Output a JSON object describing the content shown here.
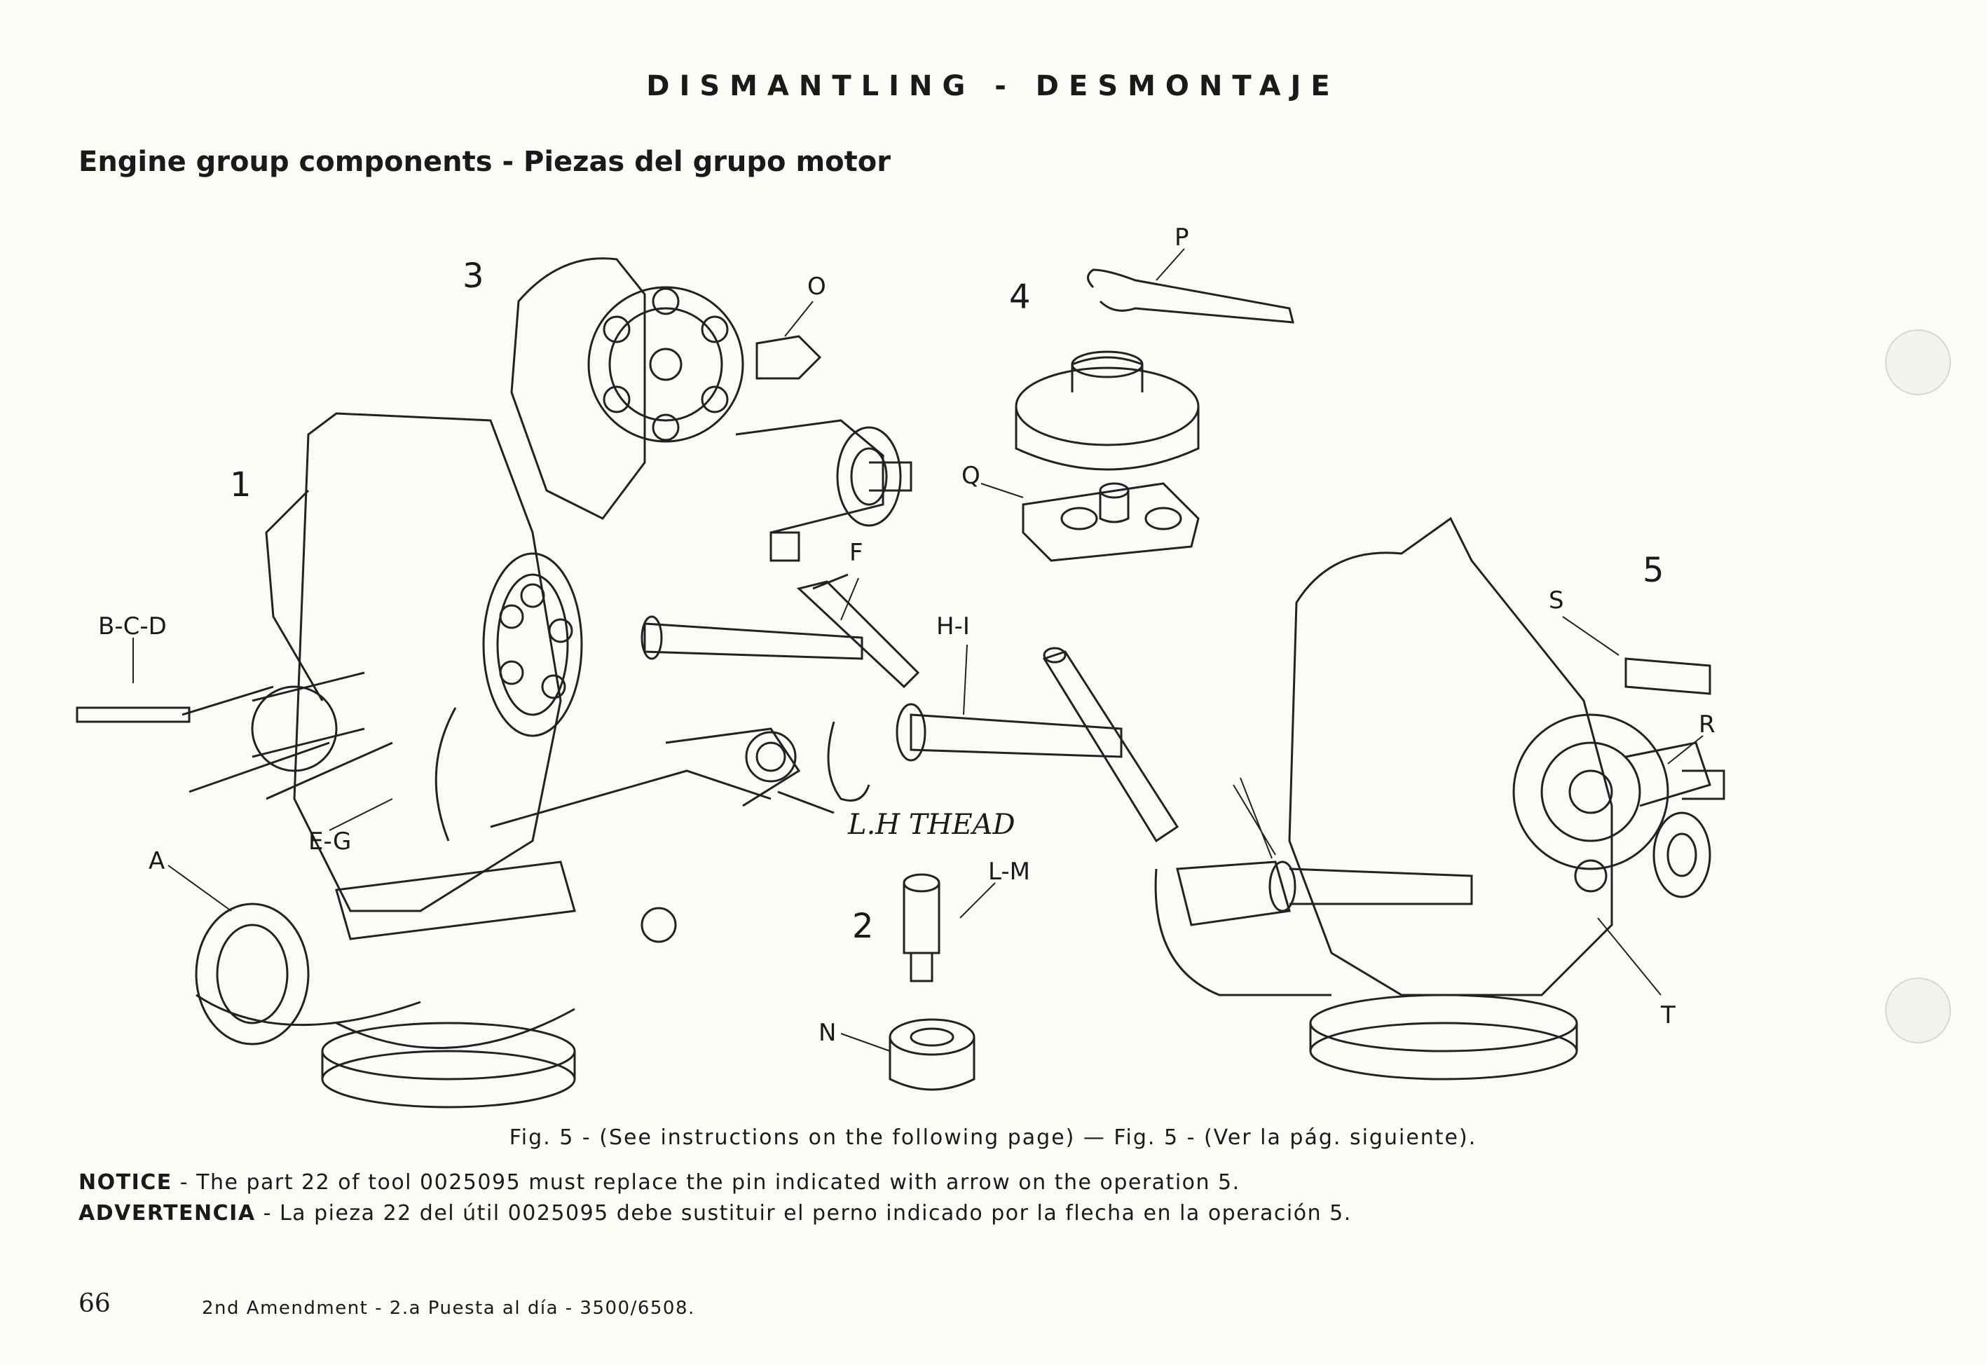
{
  "header": {
    "title": "DISMANTLING - DESMONTAJE",
    "section": "Engine group components - Piezas del grupo motor"
  },
  "figure": {
    "numbers": [
      "1",
      "2",
      "3",
      "4",
      "5"
    ],
    "labels": {
      "bcd": "B-C-D",
      "a": "A",
      "eg": "E-G",
      "f": "F",
      "hi": "H-I",
      "o": "O",
      "p": "P",
      "q": "Q",
      "lm": "L-M",
      "n": "N",
      "s": "S",
      "r": "R",
      "t": "T"
    },
    "handwritten": "L.H THEAD"
  },
  "caption": "Fig. 5 - (See instructions on the following page)  —  Fig. 5 - (Ver la pág. siguiente).",
  "notice": {
    "label_en": "NOTICE",
    "text_en": " - The part 22 of tool 0025095 must replace the pin indicated with arrow on the operation 5.",
    "label_es": "ADVERTENCIA",
    "text_es": " - La pieza 22 del útil 0025095 debe sustituir el perno indicado por la flecha en la operación 5."
  },
  "footer": {
    "page_number": "66",
    "text": "2nd Amendment - 2.a Puesta al día - 3500/6508."
  }
}
